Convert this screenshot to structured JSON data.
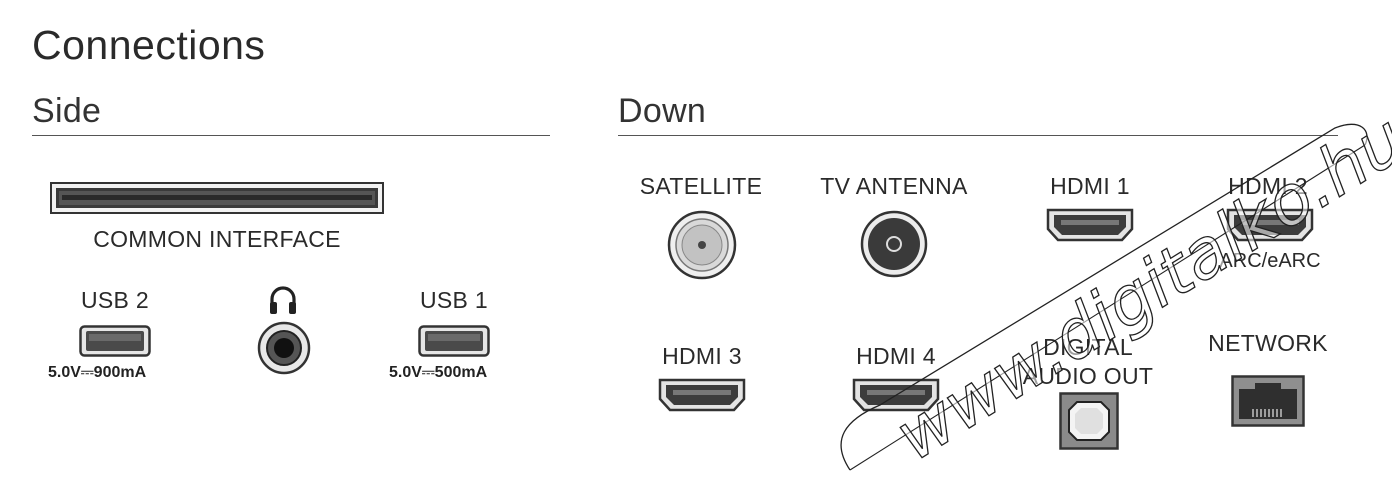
{
  "title": "Connections",
  "sections": {
    "side": {
      "heading": "Side",
      "common_interface": {
        "label": "COMMON INTERFACE"
      },
      "usb2": {
        "label": "USB 2",
        "spec": "5.0V⎓900mA"
      },
      "headphone": {
        "icon": "headphones-icon"
      },
      "usb1": {
        "label": "USB 1",
        "spec": "5.0V⎓500mA"
      }
    },
    "down": {
      "heading": "Down",
      "ports": {
        "satellite": {
          "label": "SATELLITE",
          "icon": "satellite-connector-icon"
        },
        "tv_antenna": {
          "label": "TV ANTENNA",
          "icon": "antenna-connector-icon"
        },
        "hdmi1": {
          "label": "HDMI 1",
          "icon": "hdmi-port-icon"
        },
        "hdmi2": {
          "label": "HDMI 2",
          "sublabel": "ARC/eARC",
          "icon": "hdmi-port-icon"
        },
        "hdmi3": {
          "label": "HDMI 3",
          "icon": "hdmi-port-icon"
        },
        "hdmi4": {
          "label": "HDMI 4",
          "icon": "hdmi-port-icon"
        },
        "digital_audio_out": {
          "label_line1": "DIGITAL",
          "label_line2": "AUDIO OUT",
          "icon": "optical-port-icon"
        },
        "network": {
          "label": "NETWORK",
          "icon": "ethernet-port-icon"
        }
      }
    }
  },
  "watermark": {
    "text": "www.digitalko.hu",
    "icon": "watermark-logo"
  }
}
